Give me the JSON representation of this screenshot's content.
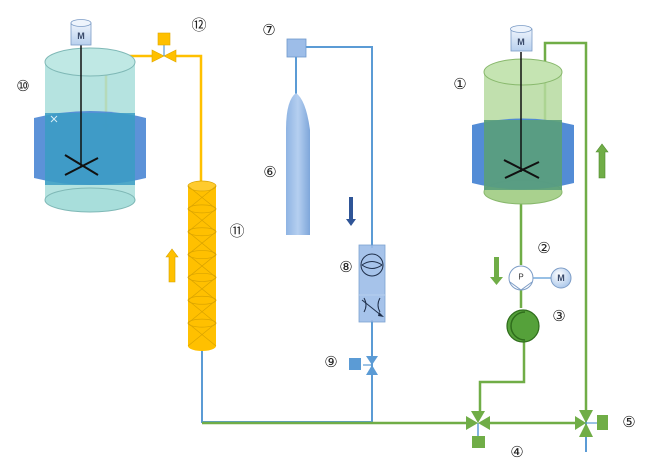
{
  "diagram": {
    "title": "Process flow schematic",
    "labels": {
      "tank1": "①",
      "pump2": "②",
      "flowmeter3": "③",
      "valve4": "④",
      "valve5": "⑤",
      "gas_cylinder6": "⑥",
      "regulator7": "⑦",
      "flow_controller8": "⑧",
      "valve9": "⑨",
      "tank10": "⑩",
      "column11": "⑪",
      "valve12": "⑫"
    },
    "motor_label": "M",
    "pump_label": "P",
    "colors": {
      "green_line": "#70ad47",
      "yellow_line": "#ffc000",
      "blue_line": "#5b9bd5",
      "dark_blue_arrow": "#2f5597",
      "jacket_blue": "#4a86d4",
      "tank10_fill": "#9fdcd8",
      "tank1_fill": "#a9d18e"
    },
    "flow_arrows": [
      {
        "near": "column11",
        "direction": "up",
        "color": "yellow"
      },
      {
        "near": "flow_controller8",
        "direction": "down",
        "color": "blue"
      },
      {
        "near": "pump2",
        "direction": "down",
        "color": "green"
      },
      {
        "near": "tank1_return",
        "direction": "up",
        "color": "green"
      }
    ]
  }
}
